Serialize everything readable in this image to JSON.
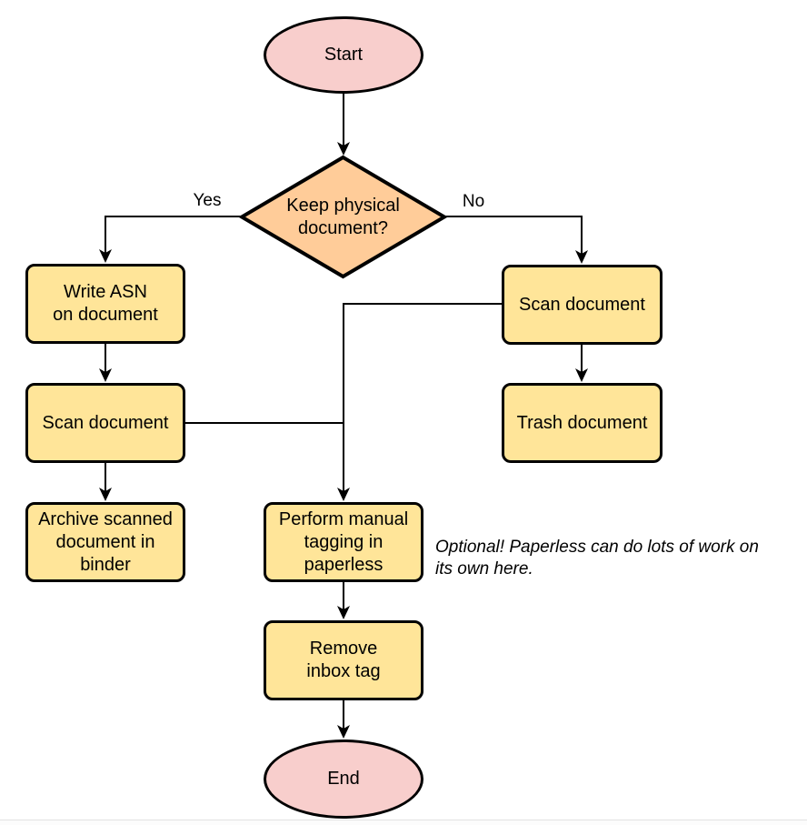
{
  "colors": {
    "pink": "#F8CECC",
    "orange": "#FFCC99",
    "yellow": "#FFE599",
    "stroke": "#000000"
  },
  "nodes": {
    "start": {
      "shape": "terminator",
      "label": "Start"
    },
    "decision": {
      "shape": "decision",
      "label": "Keep physical\ndocument?"
    },
    "write_asn": {
      "shape": "process",
      "label": "Write ASN\non document"
    },
    "scan_left": {
      "shape": "process",
      "label": "Scan document"
    },
    "archive": {
      "shape": "process",
      "label": "Archive scanned\ndocument in\nbinder"
    },
    "scan_right": {
      "shape": "process",
      "label": "Scan document"
    },
    "trash": {
      "shape": "process",
      "label": "Trash document"
    },
    "manual_tagging": {
      "shape": "process",
      "label": "Perform manual\ntagging in\npaperless"
    },
    "remove_inbox": {
      "shape": "process",
      "label": "Remove\ninbox tag"
    },
    "end": {
      "shape": "terminator",
      "label": "End"
    }
  },
  "edge_labels": {
    "yes": "Yes",
    "no": "No"
  },
  "note": {
    "text": "Optional! Paperless can do lots of work on\nits own here."
  }
}
